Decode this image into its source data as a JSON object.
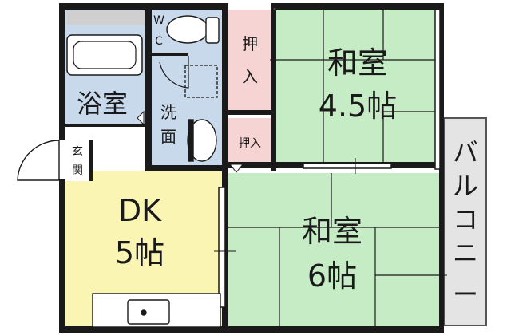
{
  "rooms": {
    "washitsu_small": {
      "name": "和室",
      "size": "4.5帖"
    },
    "washitsu_large": {
      "name": "和室",
      "size": "6帖"
    },
    "dk": {
      "name": "DK",
      "size": "5帖"
    },
    "bath": {
      "name": "浴室"
    },
    "wash": {
      "char1": "洗",
      "char2": "面"
    },
    "entrance": {
      "char1": "玄",
      "char2": "関"
    },
    "wc": {
      "char1": "W",
      "char2": "C"
    },
    "closet_upper": {
      "char1": "押",
      "char2": "入"
    },
    "closet_lower": {
      "label": "押入"
    },
    "balcony": {
      "c1": "バ",
      "c2": "ル",
      "c3": "コ",
      "c4": "ニ",
      "c5": "ー"
    }
  },
  "colors": {
    "tatami": "#c6ecc6",
    "dk": "#fbf5b4",
    "wet": "#c9d9ec",
    "closet": "#f6d4d4",
    "balcony": "#e4e4e4",
    "wall": "#1a1a1a"
  }
}
